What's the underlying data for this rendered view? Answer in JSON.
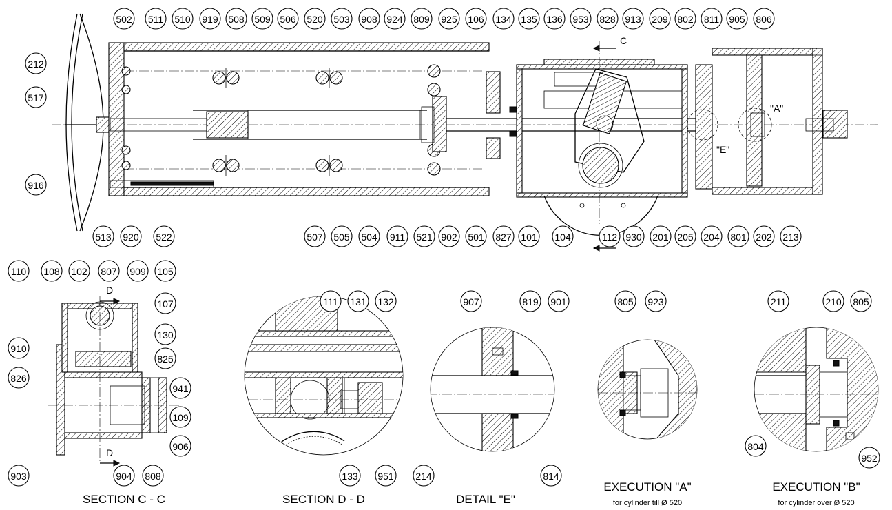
{
  "main_view": {
    "part_labels": [
      "502",
      "511",
      "510",
      "919",
      "508",
      "509",
      "506",
      "520",
      "503",
      "908",
      "924",
      "809",
      "925",
      "106",
      "134",
      "135",
      "136",
      "953",
      "828",
      "913",
      "209",
      "802",
      "811",
      "905",
      "806",
      "212",
      "517",
      "916",
      "513",
      "920",
      "522",
      "507",
      "505",
      "504",
      "911",
      "521",
      "902",
      "501",
      "827",
      "101",
      "104",
      "112",
      "930",
      "201",
      "205",
      "204",
      "801",
      "202",
      "213"
    ],
    "section_marks": {
      "c_top": "C",
      "c_bottom": "C",
      "detail_a": "\"A\"",
      "detail_e": "\"E\""
    }
  },
  "section_cc": {
    "caption": "SECTION C - C",
    "part_labels": [
      "110",
      "108",
      "102",
      "807",
      "909",
      "105",
      "107",
      "910",
      "130",
      "826",
      "825",
      "941",
      "109",
      "903",
      "904",
      "808",
      "906"
    ],
    "marks": {
      "d_top": "D",
      "d_bottom": "D"
    }
  },
  "section_dd": {
    "caption": "SECTION D - D",
    "part_labels": [
      "111",
      "131",
      "132",
      "133",
      "951"
    ]
  },
  "detail_e": {
    "caption": "DETAIL \"E\"",
    "part_labels": [
      "907",
      "819",
      "901",
      "214",
      "814"
    ]
  },
  "execution_a": {
    "caption": "EXECUTION \"A\"",
    "subcaption": "for cylinder till Ø 520",
    "part_labels": [
      "805",
      "923"
    ]
  },
  "execution_b": {
    "caption": "EXECUTION \"B\"",
    "subcaption": "for cylinder over Ø 520",
    "part_labels": [
      "211",
      "210",
      "805",
      "804",
      "952"
    ]
  }
}
